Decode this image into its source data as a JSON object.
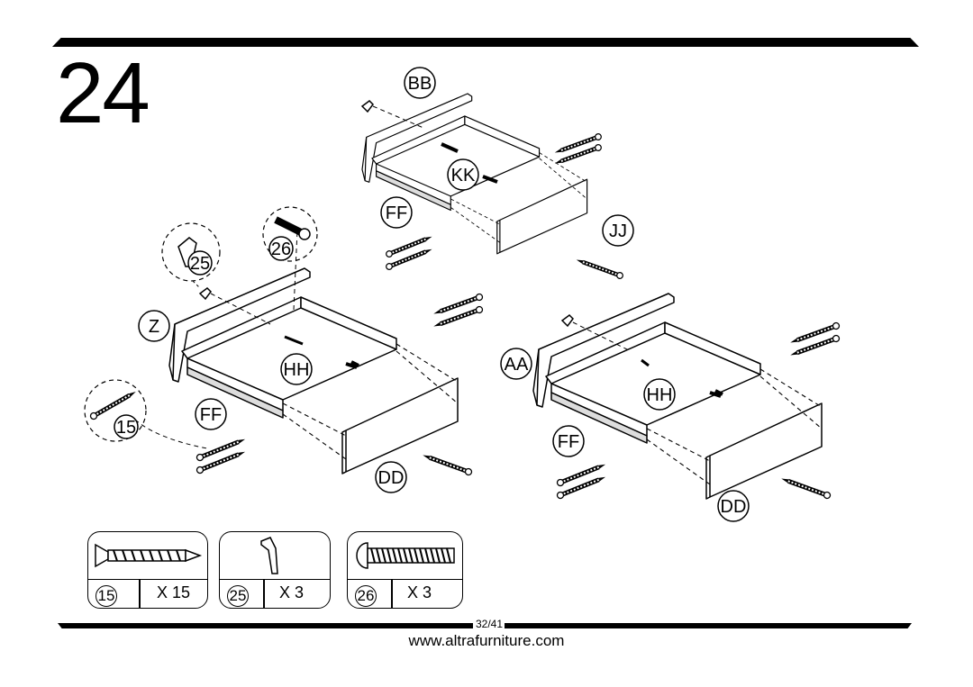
{
  "step": {
    "number": "24"
  },
  "labels": {
    "bb": "BB",
    "kk": "KK",
    "ff_top": "FF",
    "jj": "JJ",
    "z": "Z",
    "aa": "AA",
    "hh_left": "HH",
    "hh_right": "HH",
    "ff_left": "FF",
    "ff_right": "FF",
    "dd_left": "DD",
    "dd_right": "DD",
    "p25": "25",
    "p26": "26",
    "p15": "15"
  },
  "hardware": [
    {
      "part": "15",
      "qty": "X 15",
      "icon": "wood-screw-icon"
    },
    {
      "part": "25",
      "qty": "X 3",
      "icon": "drawer-stop-clip-icon"
    },
    {
      "part": "26",
      "qty": "X 3",
      "icon": "bolt-icon"
    }
  ],
  "footer": {
    "page": "32/41",
    "website": "www.altrafurniture.com"
  }
}
